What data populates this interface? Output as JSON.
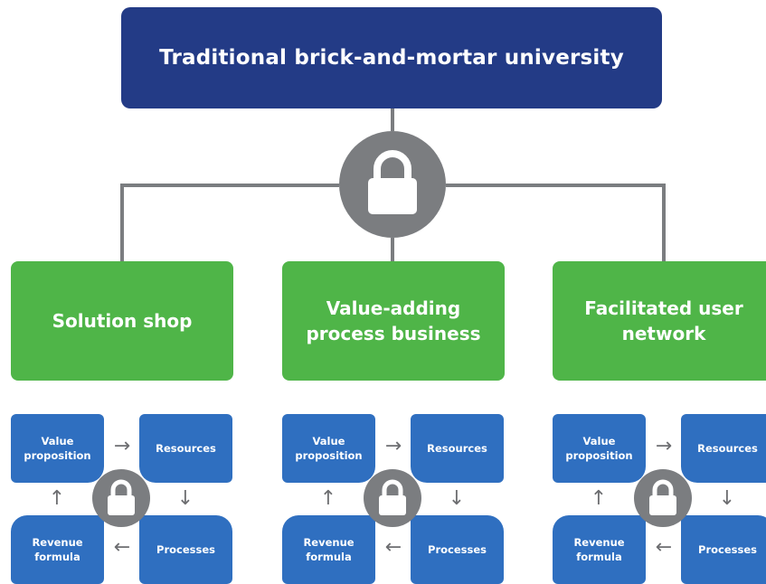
{
  "top": {
    "title": "Traditional brick-and-mortar university"
  },
  "models": [
    {
      "label": "Solution shop"
    },
    {
      "label": "Value-adding process business"
    },
    {
      "label": "Facilitated user network"
    }
  ],
  "cycle": {
    "value_proposition": "Value proposition",
    "resources": "Resources",
    "processes": "Processes",
    "revenue_formula": "Revenue formula",
    "arrows": {
      "right": "→",
      "down": "↓",
      "left": "←",
      "up": "↑"
    }
  },
  "colors": {
    "top_box": "#233b86",
    "green_box": "#4fb548",
    "blue_box": "#2f6fc0",
    "lock_circle": "#7b7d80",
    "connector": "#7b7d80"
  },
  "icons": {
    "lock": "lock-icon",
    "arrow": "arrow-icon"
  }
}
